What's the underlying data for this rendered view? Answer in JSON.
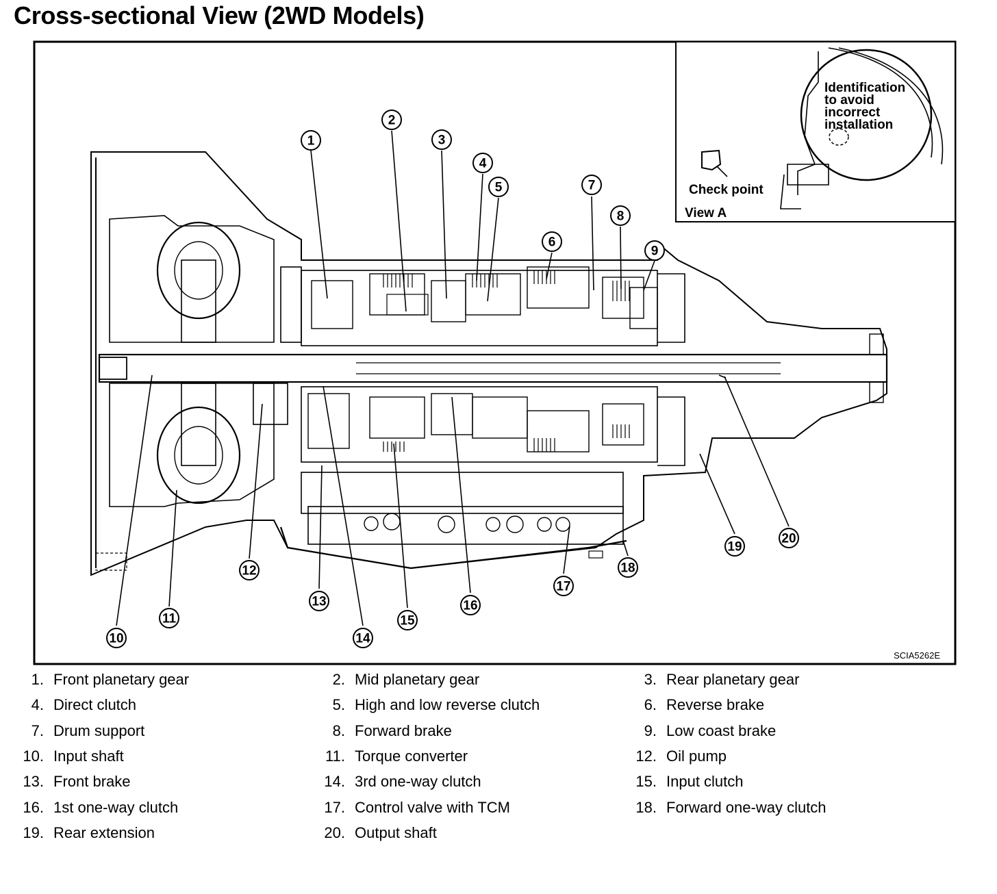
{
  "title": "Cross-sectional View (2WD Models)",
  "code": "SCIA5262E",
  "inset": {
    "identification_lines": [
      "Identification",
      "to avoid",
      "incorrect",
      "installation"
    ],
    "check_point": "Check point",
    "view_label": "View A"
  },
  "callouts": [
    "1",
    "2",
    "3",
    "4",
    "5",
    "6",
    "7",
    "8",
    "9",
    "10",
    "11",
    "12",
    "13",
    "14",
    "15",
    "16",
    "17",
    "18",
    "19",
    "20"
  ],
  "legend": [
    {
      "num": "1.",
      "label": "Front planetary gear"
    },
    {
      "num": "2.",
      "label": "Mid planetary gear"
    },
    {
      "num": "3.",
      "label": "Rear planetary gear"
    },
    {
      "num": "4.",
      "label": "Direct clutch"
    },
    {
      "num": "5.",
      "label": "High and low reverse clutch"
    },
    {
      "num": "6.",
      "label": "Reverse brake"
    },
    {
      "num": "7.",
      "label": "Drum support"
    },
    {
      "num": "8.",
      "label": "Forward brake"
    },
    {
      "num": "9.",
      "label": "Low coast brake"
    },
    {
      "num": "10.",
      "label": "Input shaft"
    },
    {
      "num": "11.",
      "label": "Torque converter"
    },
    {
      "num": "12.",
      "label": "Oil pump"
    },
    {
      "num": "13.",
      "label": "Front brake"
    },
    {
      "num": "14.",
      "label": "3rd one-way clutch"
    },
    {
      "num": "15.",
      "label": "Input clutch"
    },
    {
      "num": "16.",
      "label": "1st one-way clutch"
    },
    {
      "num": "17.",
      "label": "Control valve with TCM"
    },
    {
      "num": "18.",
      "label": "Forward one-way clutch"
    },
    {
      "num": "19.",
      "label": "Rear extension"
    },
    {
      "num": "20.",
      "label": "Output shaft"
    }
  ]
}
